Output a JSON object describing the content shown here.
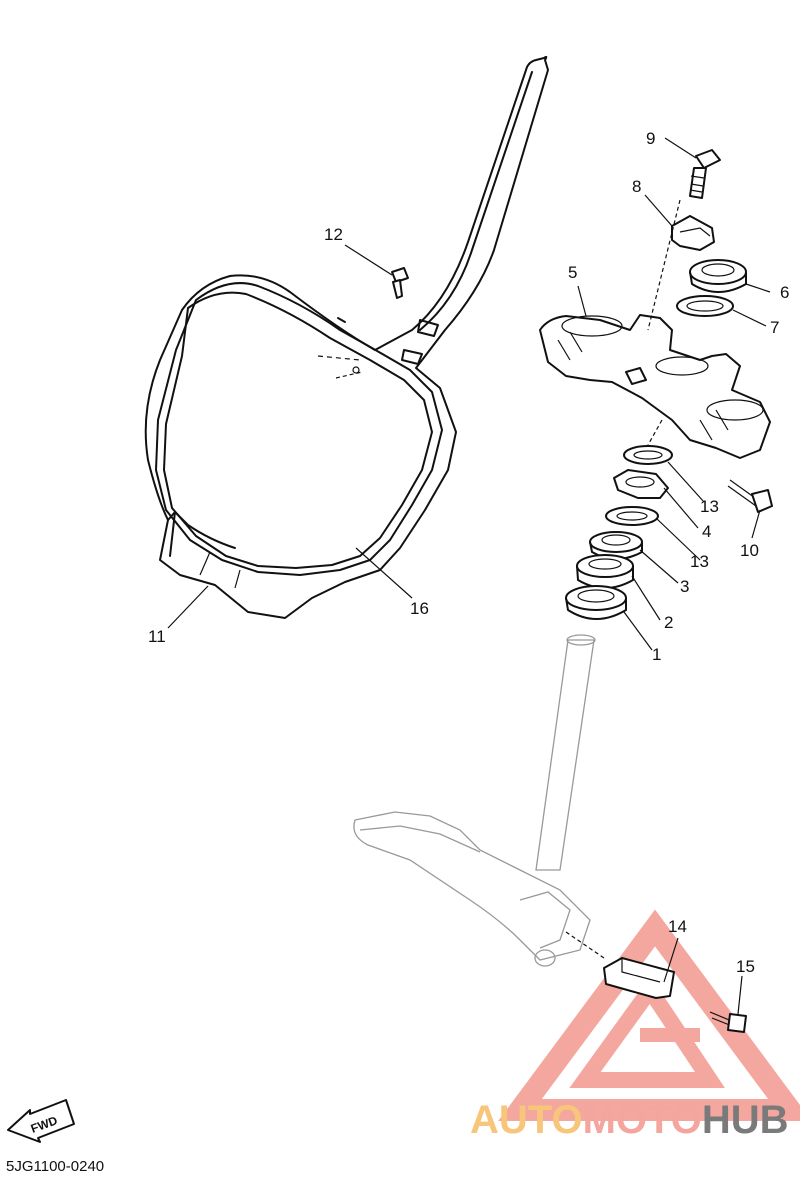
{
  "diagram": {
    "callouts": [
      {
        "id": "c1",
        "text": "1"
      },
      {
        "id": "c2",
        "text": "2"
      },
      {
        "id": "c3",
        "text": "3"
      },
      {
        "id": "c4",
        "text": "4"
      },
      {
        "id": "c5",
        "text": "5"
      },
      {
        "id": "c6",
        "text": "6"
      },
      {
        "id": "c7",
        "text": "7"
      },
      {
        "id": "c8",
        "text": "8"
      },
      {
        "id": "c9",
        "text": "9"
      },
      {
        "id": "c10",
        "text": "10"
      },
      {
        "id": "c11",
        "text": "11"
      },
      {
        "id": "c12",
        "text": "12"
      },
      {
        "id": "c13a",
        "text": "13"
      },
      {
        "id": "c13b",
        "text": "13"
      },
      {
        "id": "c14",
        "text": "14"
      },
      {
        "id": "c15",
        "text": "15"
      },
      {
        "id": "c16",
        "text": "16"
      }
    ],
    "direction_badge": "FWD",
    "diagram_code": "5JG1100-0240"
  },
  "watermark": {
    "part1": "AUTO",
    "part2": "MOTO",
    "part3": "HUB",
    "colors": {
      "triangle": "#f08a80",
      "auto": "#f7c67a",
      "moto": "#f4a59d",
      "hub": "#7a7a7a"
    }
  }
}
